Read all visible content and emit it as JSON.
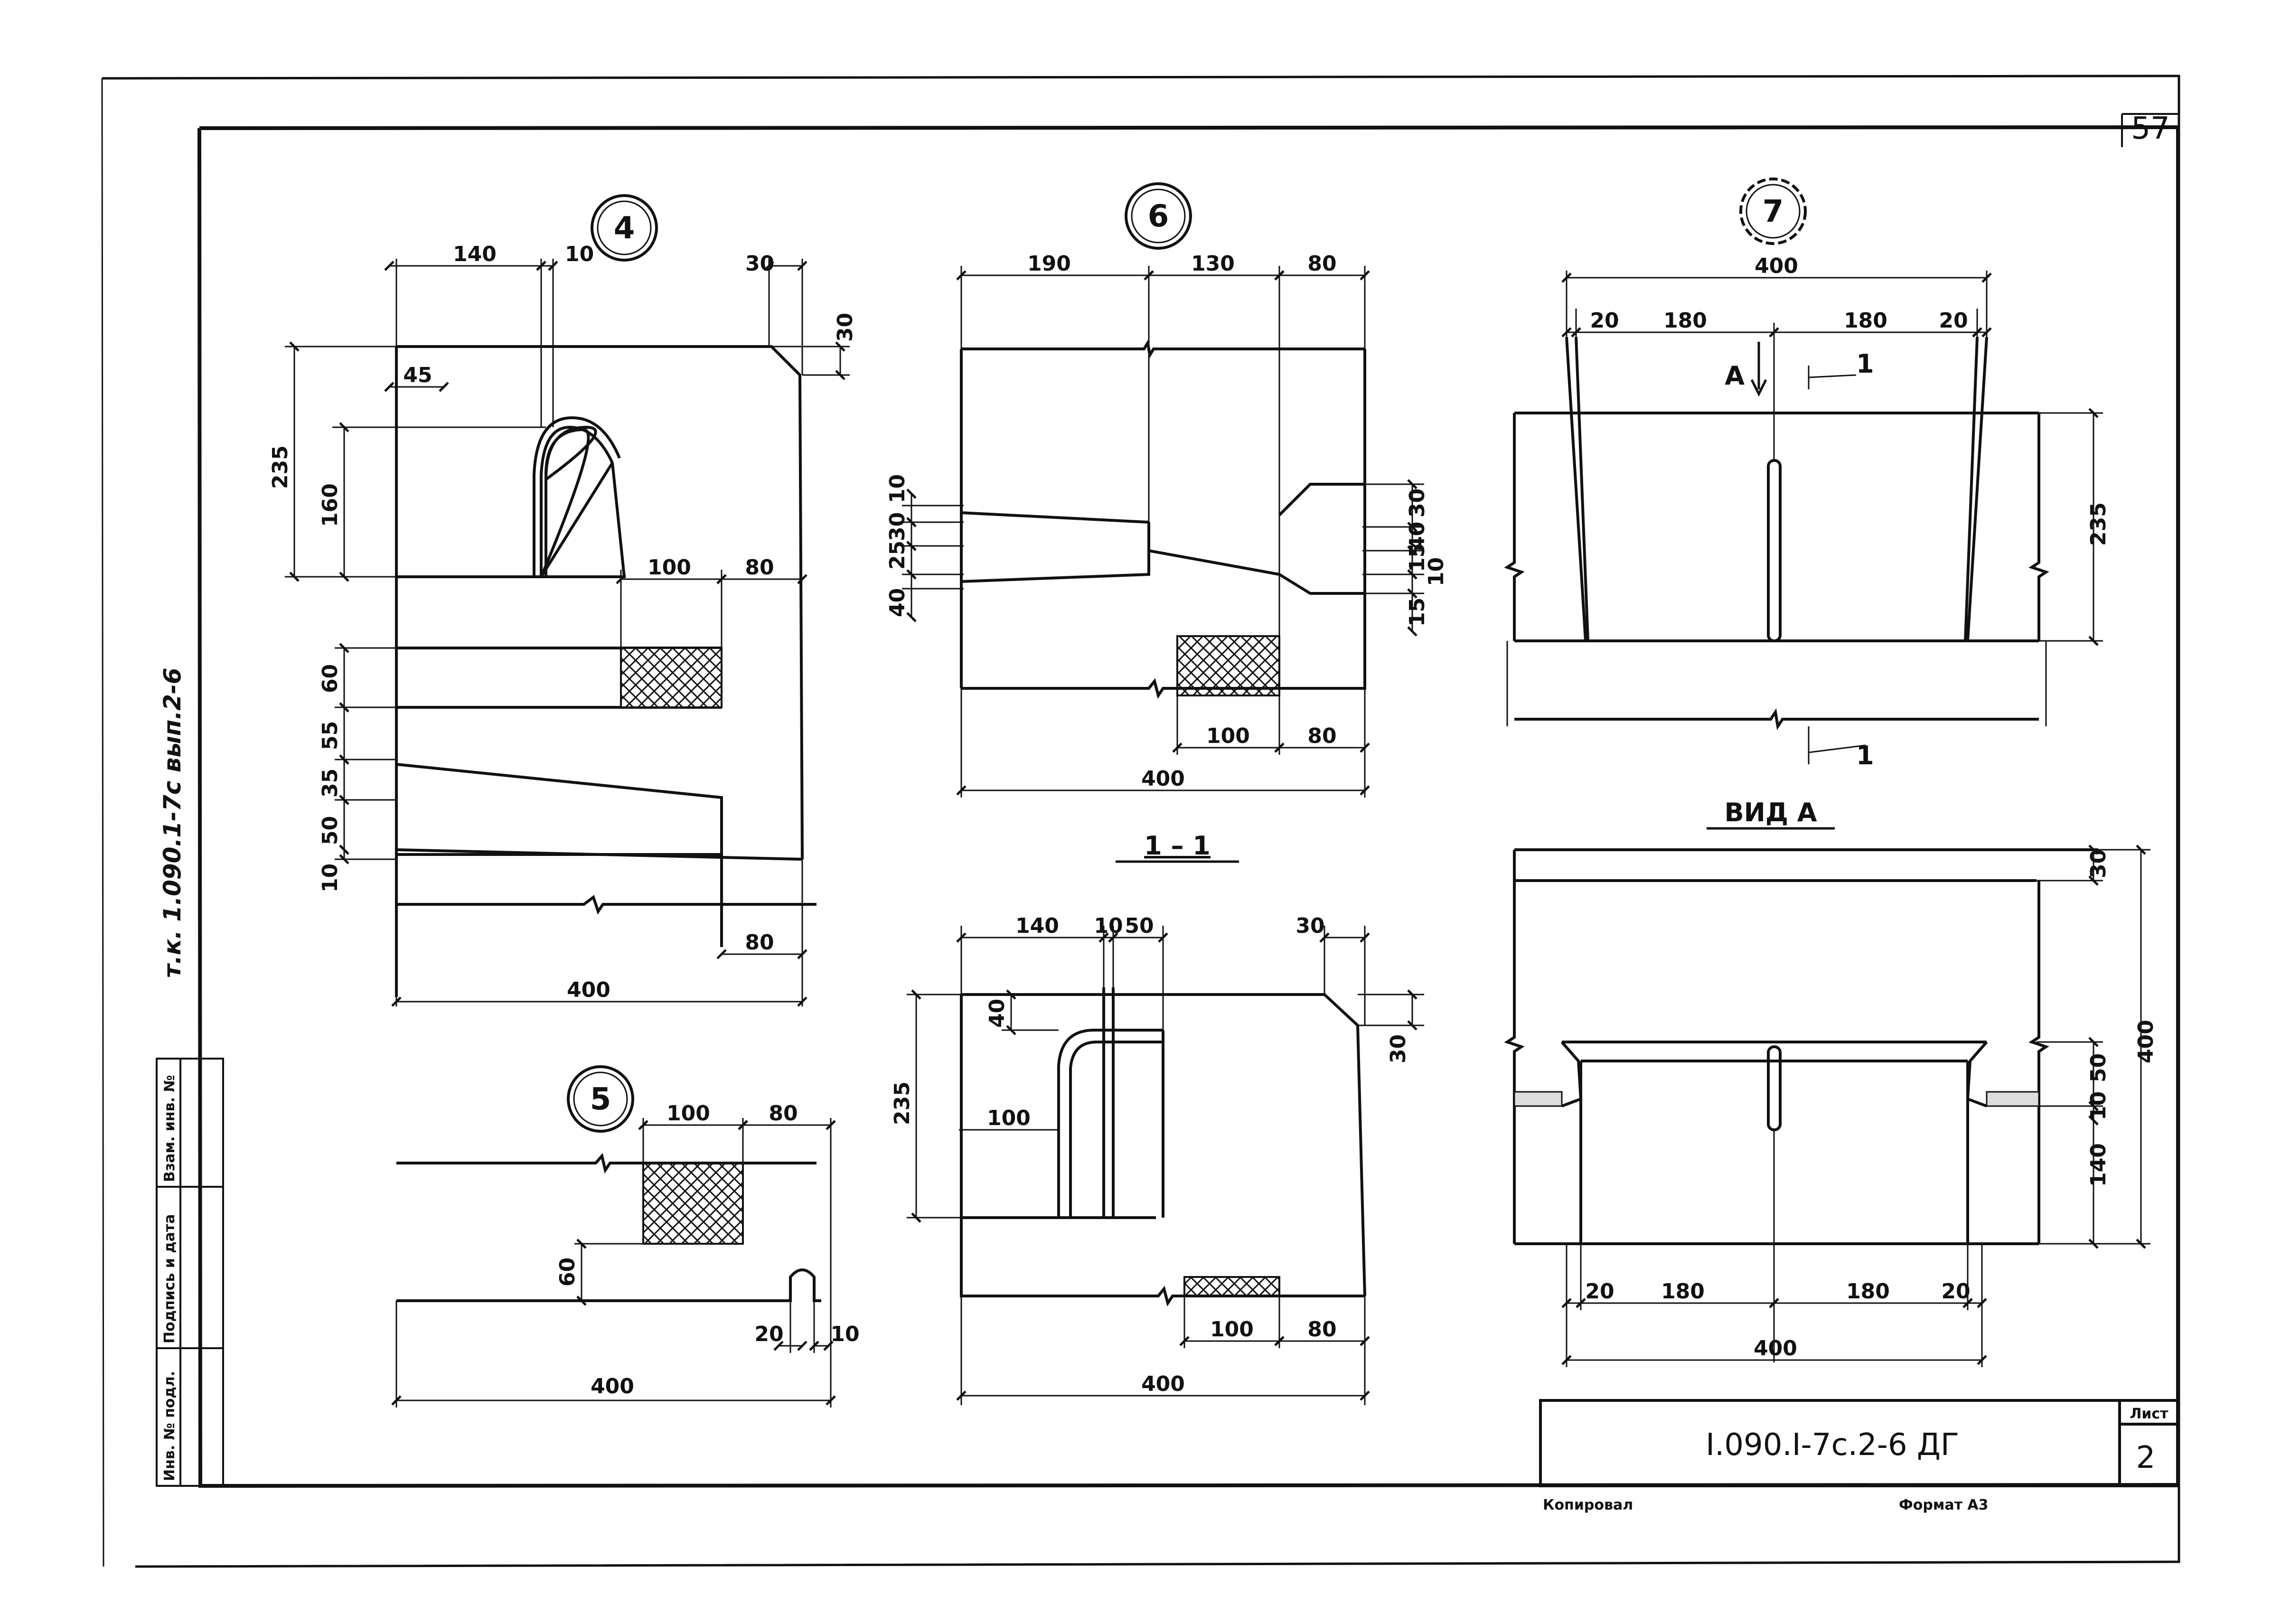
{
  "page_number": "57",
  "side_note": "т.к. 1.090.1-7с вып.2-6",
  "side_stamp": {
    "inv_original": "Инв. № подл.",
    "signature_date": "Подпись и дата",
    "replaced_inv": "Взам. инв. №"
  },
  "title_block": {
    "designation": "I.090.I-7c.2-6 ДГ",
    "sheet_label": "Лист",
    "sheet_number": "2"
  },
  "footer": {
    "copied": "Копировал",
    "format": "Формат А3"
  },
  "callouts": {
    "n4": "4",
    "n5": "5",
    "n6": "6",
    "n7": "7"
  },
  "section_labels": {
    "section_1_1": "1 – 1",
    "view_a": "ВИД А"
  },
  "arrow_labels": {
    "view_arrow": "А",
    "section_mark_top": "1",
    "section_mark_bottom": "1"
  },
  "dims": {
    "d4": {
      "top_140": "140",
      "top_10": "10",
      "top_30": "30",
      "right_30": "30",
      "h_45": "45",
      "v_235": "235",
      "v_160": "160",
      "w_100": "100",
      "w_80": "80",
      "v_60": "60",
      "v_55": "55",
      "v_35": "35",
      "v_50": "50",
      "v_10": "10",
      "bot_80": "80",
      "bot_400": "400"
    },
    "d5": {
      "w_100": "100",
      "w_80": "80",
      "v_60": "60",
      "w_20": "20",
      "w_10": "10",
      "bot_400": "400"
    },
    "d6": {
      "top_190": "190",
      "top_130": "130",
      "top_80": "80",
      "l_10": "10",
      "l_30": "30",
      "l_25": "25",
      "l_40": "40",
      "r_30": "30",
      "r_40": "40",
      "r_15": "15",
      "r_10": "10",
      "r_15b": "15",
      "w_100": "100",
      "w_80": "80",
      "bot_400": "400"
    },
    "d11": {
      "top_140": "140",
      "top_10": "10",
      "top_50": "50",
      "top_30": "30",
      "l_40": "40",
      "l_235": "235",
      "l_100": "100",
      "r_30": "30",
      "w_100": "100",
      "w_80": "80",
      "bot_400": "400"
    },
    "d7": {
      "top_400": "400",
      "t_20a": "20",
      "t_180a": "180",
      "t_180b": "180",
      "t_20b": "20",
      "r_235": "235"
    },
    "dva": {
      "r_30": "30",
      "r_50": "50",
      "r_10": "10",
      "r_140": "140",
      "r_400": "400",
      "b_20a": "20",
      "b_180a": "180",
      "b_180b": "180",
      "b_20b": "20",
      "b_400": "400"
    }
  }
}
